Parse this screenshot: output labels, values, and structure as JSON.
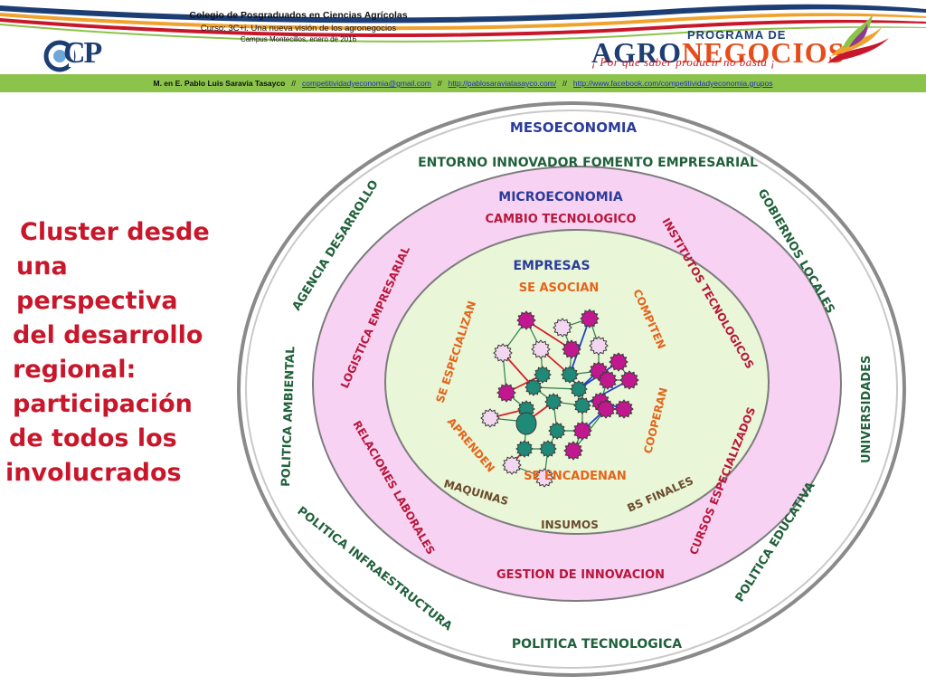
{
  "header": {
    "institution": "Colegio de Posgraduados en Ciencias Agrícolas",
    "course": "Curso: 3C+i. Una nueva visión de los agronegocios",
    "place_date": "Campus Montecillos, enero de 2016",
    "left_logo_text": "CP",
    "program_line1": "PROGRAMA DE",
    "program_agro_a": "AGRO",
    "program_agro_b": "NEGOCIOS",
    "slogan": "¡ Por que saber producir no basta ¡"
  },
  "infobar": {
    "author": "M. en E. Pablo Luis Saravia Tasayco",
    "sep1": "//",
    "email": "competitividadyeconomia@gmail.com",
    "sep2": "//",
    "website": "http://pablosaraviatasayco.com/",
    "sep3": "//",
    "facebook": "http://www.facebook.com/competitividadyeconomia.grupos"
  },
  "side_title": {
    "line1": "Cluster desde",
    "line2": "una",
    "line3": "perspectiva",
    "line4": "del desarrollo",
    "line5": "regional:",
    "line6": "participación",
    "line7": "de todos los",
    "line8": "involucrados"
  },
  "diagram": {
    "colors": {
      "outer_ring": "#ffffff",
      "middle_ring": "#f7d2f3",
      "inner_core": "#e9f6d7",
      "outer_border": "#7a7a7a",
      "label_blue": "#2c3c9a",
      "label_green": "#20613b",
      "label_red": "#b8163a",
      "label_orange": "#e5641a",
      "label_brown": "#6b4a2c"
    },
    "outer": {
      "title": "MESOECONOMIA",
      "top": "ENTORNO INNOVADOR FOMENTO EMPRESARIAL",
      "left_upper": "AGENCIA DESARROLLO",
      "left": "POLITICA AMBIENTAL",
      "bottom_left": "POLITICA INFRAESTRUCTURA",
      "bottom": "POLITICA TECNOLOGICA",
      "bottom_right": "POLITICA EDUCATIVA",
      "right": "UNIVERSIDADES",
      "top_right": "GOBIERNOS LOCALES"
    },
    "middle": {
      "title": "MICROECONOMIA",
      "top": "CAMBIO TECNOLOGICO",
      "left_upper": "LOGISTICA EMPRESARIAL",
      "left_lower": "RELACIONES LABORALES",
      "bottom": "GESTION DE INNOVACION",
      "right_lower": "CURSOS ESPECIALIZADOS",
      "right_upper": "INSTITUTOS TECNOLOGICOS"
    },
    "inner": {
      "title": "EMPRESAS",
      "top": "SE ASOCIAN",
      "left": "SE ESPECIALIZAN",
      "right_upper": "COMPITEN",
      "right_lower": "COOPERAN",
      "left_lower": "APRENDEN",
      "bottom": "SE ENCADENAN",
      "bottom_left": "MAQUINAS",
      "bottom_center": "INSUMOS",
      "bottom_right": "BS FINALES"
    }
  }
}
